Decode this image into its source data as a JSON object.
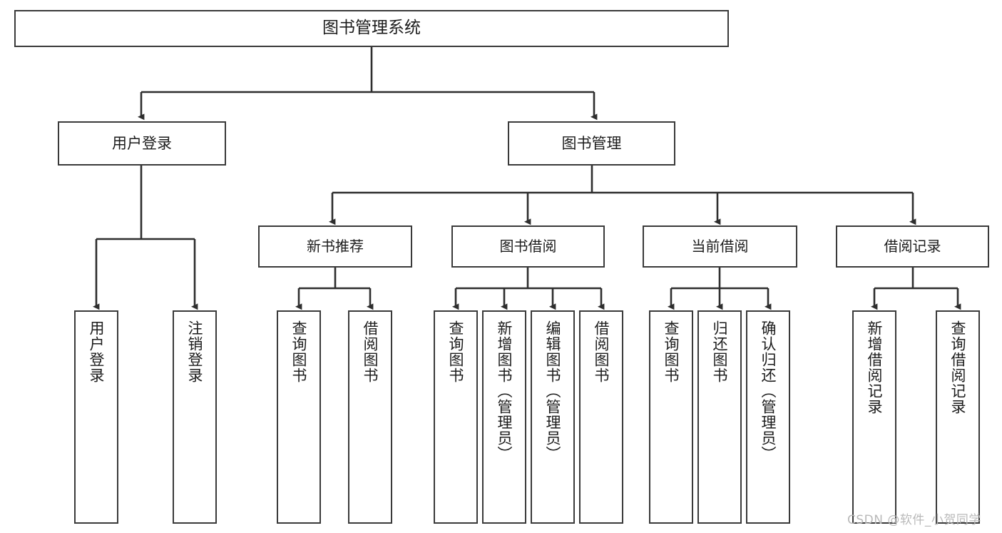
{
  "diagram": {
    "type": "tree-hierarchy",
    "title": "图书管理系统",
    "root": {
      "label": "图书管理系统"
    },
    "level1": [
      {
        "label": "用户登录"
      },
      {
        "label": "图书管理"
      }
    ],
    "level2": [
      {
        "label": "新书推荐"
      },
      {
        "label": "图书借阅"
      },
      {
        "label": "当前借阅"
      },
      {
        "label": "借阅记录"
      }
    ],
    "leaves": {
      "user_login": [
        {
          "label": "用户登录"
        },
        {
          "label": "注销登录"
        }
      ],
      "new_book_recommend": [
        {
          "label": "查询图书"
        },
        {
          "label": "借阅图书"
        }
      ],
      "book_borrow": [
        {
          "label": "查询图书"
        },
        {
          "label": "新增图书（管理员）"
        },
        {
          "label": "编辑图书（管理员）"
        },
        {
          "label": "借阅图书"
        }
      ],
      "current_borrow": [
        {
          "label": "查询图书"
        },
        {
          "label": "归还图书"
        },
        {
          "label": "确认归还（管理员）"
        }
      ],
      "borrow_record": [
        {
          "label": "新增借阅记录"
        },
        {
          "label": "查询借阅记录"
        }
      ]
    }
  },
  "watermark": {
    "text": "CSDN @软件_小贺同学"
  },
  "colors": {
    "stroke": "#3a3a3a",
    "background": "#ffffff",
    "text": "#1c1c1c",
    "watermark": "#b9b9b9"
  }
}
